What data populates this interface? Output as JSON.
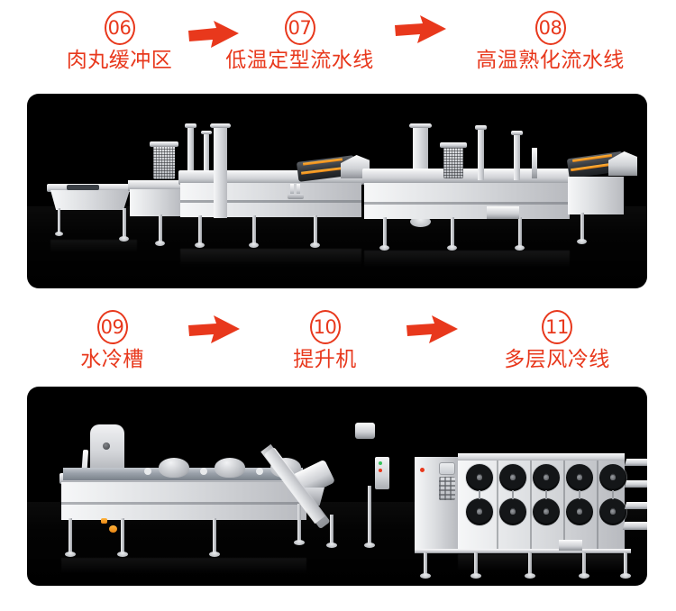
{
  "page": {
    "background_color": "#ffffff",
    "accent_color": "#e8381c",
    "panel_color": "#000000"
  },
  "steps": [
    {
      "number": "06",
      "label": "肉丸缓冲区"
    },
    {
      "number": "07",
      "label": "低温定型流水线"
    },
    {
      "number": "08",
      "label": "高温熟化流水线"
    },
    {
      "number": "09",
      "label": "水冷槽"
    },
    {
      "number": "10",
      "label": "提升机"
    },
    {
      "number": "11",
      "label": "多层风冷线"
    }
  ],
  "arrows": [
    {
      "name": "arrow-06-to-07",
      "direction": "right"
    },
    {
      "name": "arrow-07-to-08",
      "direction": "right"
    },
    {
      "name": "arrow-09-to-10",
      "direction": "right"
    },
    {
      "name": "arrow-10-to-11",
      "direction": "right"
    }
  ],
  "panels": [
    {
      "name": "equipment-photo-top",
      "alt": "肉丸缓冲区 / 低温定型流水线 / 高温熟化流水线 不锈钢生产线设备照片",
      "steps": [
        "06",
        "07",
        "08"
      ]
    },
    {
      "name": "equipment-photo-bottom",
      "alt": "水冷槽 / 提升机 / 多层风冷线 不锈钢生产线设备照片",
      "steps": [
        "09",
        "10",
        "11"
      ]
    }
  ],
  "cooling_line": {
    "fan_columns": 5,
    "fan_rows": 2
  }
}
